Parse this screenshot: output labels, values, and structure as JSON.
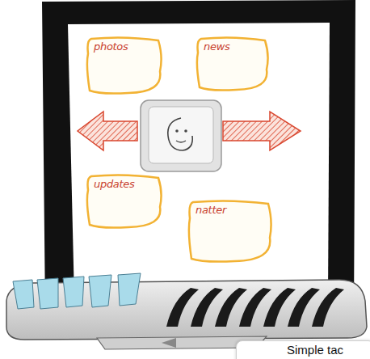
{
  "diagram": {
    "caption": "Simple tac",
    "nodes": [
      {
        "text": [
          "photos"
        ]
      },
      {
        "text": [
          "news"
        ]
      },
      {
        "text": [
          "updates"
        ]
      },
      {
        "text": [
          "natter"
        ]
      }
    ]
  }
}
